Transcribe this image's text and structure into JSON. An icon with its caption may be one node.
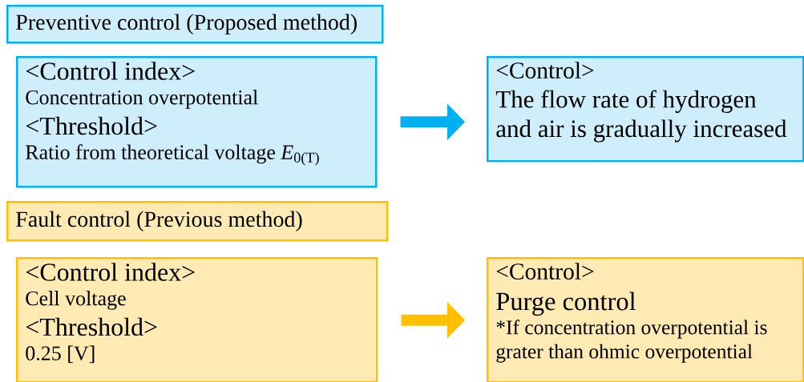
{
  "diagram": {
    "nodes": [
      {
        "text": [
          "Preventive control (Proposed method)"
        ]
      },
      {
        "text": [
          "<Control index>",
          "Concentration overpotential",
          "<Threshold>",
          "Ratio from theoretical voltage *E*$_{0(T)}$"
        ]
      },
      {
        "text": [
          "<Control>",
          "The flow rate of hydrogen and air is gradually increased"
        ]
      },
      {
        "text": [
          "Fault control (Previous method)"
        ]
      },
      {
        "text": [
          "<Control index>",
          "Cell voltage",
          "<Threshold>",
          "0.25 [V]"
        ]
      },
      {
        "text": [
          "<Control>",
          "Purge control",
          "*If concentration overpotential is grater than ohmic overpotential"
        ]
      }
    ],
    "edges": [
      {
        "from": 1,
        "to": 2,
        "arrow": "to",
        "color": "#00b0f0"
      },
      {
        "from": 4,
        "to": 5,
        "arrow": "to",
        "color": "#ffc000"
      }
    ]
  }
}
